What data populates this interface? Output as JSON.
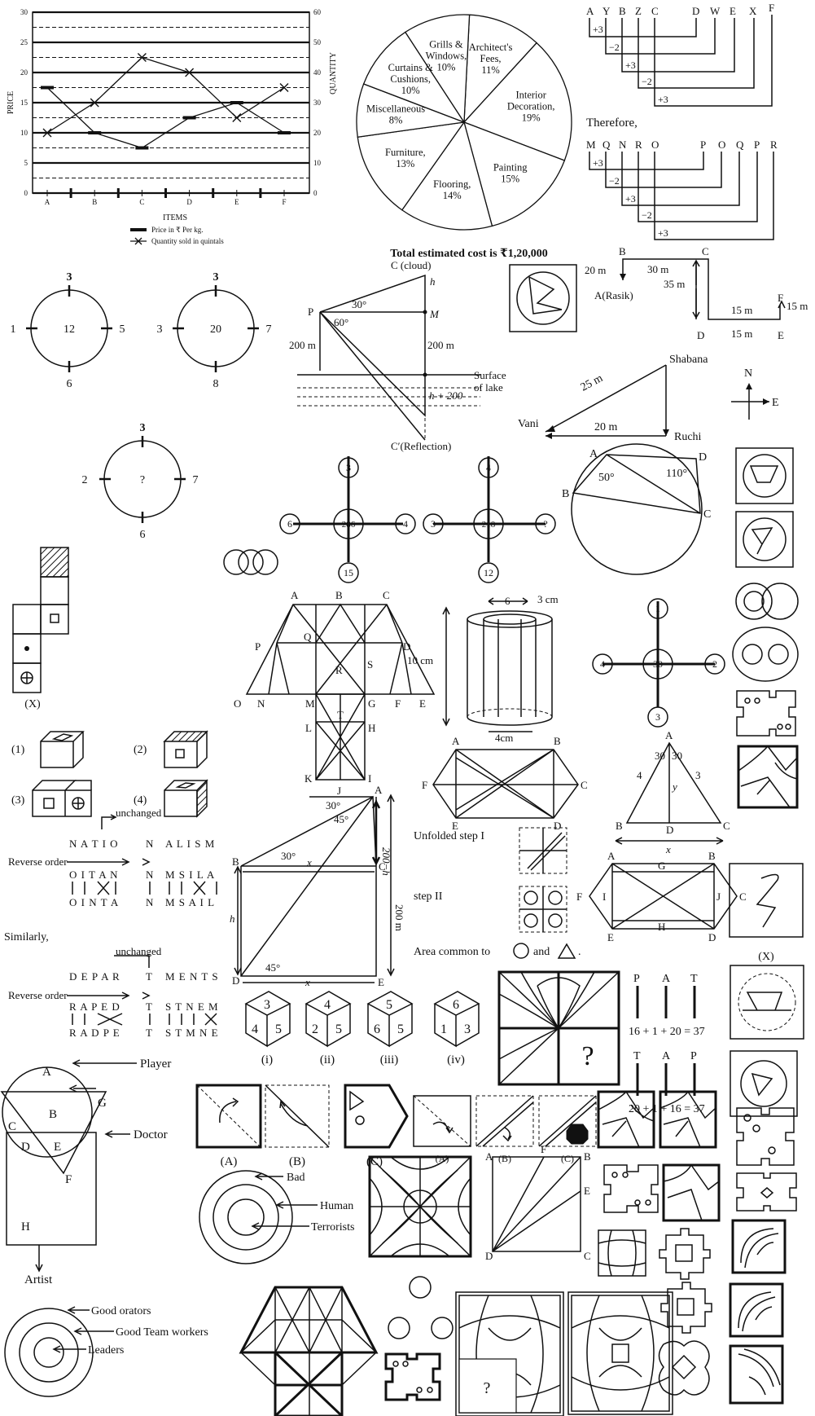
{
  "line_chart": {
    "chart_data": {
      "type": "line",
      "categories": [
        "A",
        "B",
        "C",
        "D",
        "E",
        "F"
      ],
      "series": [
        {
          "name": "Price in ₹ Per kg.",
          "axis": "left",
          "values": [
            17.5,
            10,
            7.5,
            12.5,
            15,
            10
          ]
        },
        {
          "name": "Quantity sold in quintals",
          "axis": "right",
          "values": [
            20,
            30,
            45,
            40,
            25,
            35
          ]
        }
      ],
      "xlabel": "ITEMS",
      "ylabel": "PRICE",
      "y2label": "QUANTITY",
      "ylim": [
        0,
        30
      ],
      "y2lim": [
        0,
        60
      ],
      "yticks": [
        "0",
        "5",
        "10",
        "15",
        "20",
        "25",
        "30"
      ],
      "y2ticks": [
        "0",
        "10",
        "20",
        "30",
        "40",
        "50",
        "60"
      ]
    }
  },
  "pie_chart": {
    "chart_data": {
      "type": "pie",
      "labels": [
        "Architect's Fees,",
        "Interior Decoration,",
        "Painting",
        "Flooring,",
        "Furniture,",
        "Miscellaneous",
        "Curtains & Cushions,",
        "Grills & Windows,"
      ],
      "values": [
        11,
        19,
        15,
        14,
        13,
        8,
        10,
        10
      ],
      "pct": [
        "11%",
        "19%",
        "15%",
        "14%",
        "13%",
        "8%",
        "10%",
        "10%"
      ]
    },
    "caption": "Total estimated cost is ₹1,20,000"
  },
  "coding": {
    "row1": [
      "A",
      "Y",
      "B",
      "Z",
      "C"
    ],
    "row1_out": [
      "D",
      "W",
      "E",
      "X",
      "F"
    ],
    "ops": [
      "+3",
      "−2",
      "+3",
      "−2",
      "+3"
    ],
    "therefore": "Therefore,",
    "row2": [
      "M",
      "Q",
      "N",
      "R",
      "O"
    ],
    "row2_out": [
      "P",
      "O",
      "Q",
      "P",
      "R"
    ]
  },
  "circles": {
    "c1": {
      "top": "3",
      "left": "1",
      "right": "5",
      "bottom": "6",
      "center": "12"
    },
    "c2": {
      "top": "3",
      "left": "3",
      "right": "7",
      "bottom": "8",
      "center": "20"
    },
    "c3": {
      "top": "3",
      "left": "2",
      "right": "7",
      "bottom": "6",
      "center": "?"
    }
  },
  "cloud": {
    "c": "C (cloud)",
    "h": "h",
    "p": "P",
    "a30": "30°",
    "a60": "60°",
    "m": "M",
    "l200a": "200 m",
    "l200b": "200 m",
    "surface": "Surface",
    "oflake": "of lake",
    "h200": "h + 200",
    "reflect": "C′(Reflection)"
  },
  "walk": {
    "b": "B",
    "c": "C",
    "l20": "20 m",
    "l30": "30 m",
    "l35": "35 m",
    "arasik": "A(Rasik)",
    "f": "F",
    "l15a": "15 m",
    "l15b": "15 m",
    "l15c": "15 m",
    "d": "D",
    "e": "E"
  },
  "direction": {
    "shabana": "Shabana",
    "vani": "Vani",
    "ruchi": "Ruchi",
    "l25": "25 m",
    "l20": "20 m",
    "n": "N",
    "e": "E"
  },
  "stars": {
    "s1": {
      "top": "3",
      "left": "6",
      "right": "4",
      "bottom": "15",
      "center": "286"
    },
    "s2": {
      "top": "4",
      "left": "3",
      "right": "?",
      "bottom": "12",
      "center": "218"
    },
    "s3": {
      "top": "1",
      "left": "4",
      "right": "2",
      "bottom": "3",
      "center": "30"
    }
  },
  "quad": {
    "a": "A",
    "b": "B",
    "c": "C",
    "d": "D",
    "a50": "50°",
    "a110": "110°"
  },
  "cube_net": {
    "x": "(X)",
    "opts": [
      "(1)",
      "(2)",
      "(3)",
      "(4)"
    ]
  },
  "figure_count": {
    "labels": [
      "A",
      "B",
      "C",
      "P",
      "Q",
      "D",
      "R",
      "S",
      "O",
      "N",
      "M",
      "G",
      "F",
      "E",
      "T",
      "L",
      "H",
      "K",
      "J",
      "I"
    ]
  },
  "cylinder": {
    "d6": "6",
    "t3": "3 cm",
    "h10": "10 cm",
    "d4": "4cm"
  },
  "hexrect1": {
    "a": "A",
    "b": "B",
    "c": "C",
    "d": "D",
    "e": "E",
    "f": "F"
  },
  "triangle": {
    "a": "A",
    "b": "B",
    "c": "C",
    "d": "D",
    "s4": "4",
    "s3": "3",
    "a30a": "30",
    "a30b": "30",
    "y": "y",
    "x": "x"
  },
  "hexrect2": {
    "a": "A",
    "g": "G",
    "b": "B",
    "f": "F",
    "i": "I",
    "j": "J",
    "c": "C",
    "e": "E",
    "h": "H",
    "d": "D"
  },
  "nation": {
    "unchanged": "unchanged",
    "reverse": "Reverse order",
    "w1": "N A T I O",
    "mid": "N",
    "w2": "A L I S M",
    "r1": "O I T A N",
    "r2": "M S I L A",
    "o1": "O I N T A",
    "o2": "M S A I L",
    "similarly": "Similarly,",
    "d1": "D E P A R",
    "dmid": "T",
    "d2": "M E N T S",
    "dr1": "R A P E D",
    "dr2": "S T N E M",
    "do1": "R A D P E",
    "do2": "S T M N E"
  },
  "tower": {
    "a": "A",
    "b": "B",
    "c": "C",
    "d": "D",
    "e": "E",
    "a30a": "30°",
    "a45a": "45°",
    "a30b": "30°",
    "a45b": "45°",
    "x1": "x",
    "x2": "x",
    "h": "h",
    "h200": "200−h",
    "m200": "200 m"
  },
  "folding": {
    "unfold1": "Unfolded step I",
    "step2": "step II",
    "area": "Area common to",
    "and": "and"
  },
  "dice": {
    "d1": {
      "top": "3",
      "left": "4",
      "right": "5",
      "label": "(i)"
    },
    "d2": {
      "top": "4",
      "left": "2",
      "right": "5",
      "label": "(ii)"
    },
    "d3": {
      "top": "5",
      "left": "6",
      "right": "5",
      "label": "(iii)"
    },
    "d4": {
      "top": "6",
      "left": "1",
      "right": "3",
      "label": "(iv)"
    }
  },
  "pat": {
    "p1": "P",
    "a1": "A",
    "t1": "T",
    "eq1": "16 + 1 + 20 = 37",
    "t2": "T",
    "a2": "A",
    "p2": "P",
    "eq2": "20 + 1 + 16 = 37"
  },
  "sline": {
    "x": "(X)"
  },
  "qmark": "?",
  "venn": {
    "a": "A",
    "b": "B",
    "c": "C",
    "d": "D",
    "e": "E",
    "f": "F",
    "g": "G",
    "h": "H",
    "player": "Player",
    "doctor": "Doctor",
    "artist": "Artist"
  },
  "opts": {
    "A": "(A)",
    "B": "(B)",
    "C": "(C)",
    "a": "(A)",
    "b": "(B)",
    "c": "(C)"
  },
  "bad": {
    "bad": "Bad",
    "human": "Human",
    "terror": "Terrorists"
  },
  "sq": {
    "a": "A",
    "f": "F",
    "b": "B",
    "e": "E",
    "d": "D",
    "c": "C"
  },
  "orators": {
    "o": "Good orators",
    "t": "Good Team workers",
    "l": "Leaders"
  },
  "qbox": "?"
}
